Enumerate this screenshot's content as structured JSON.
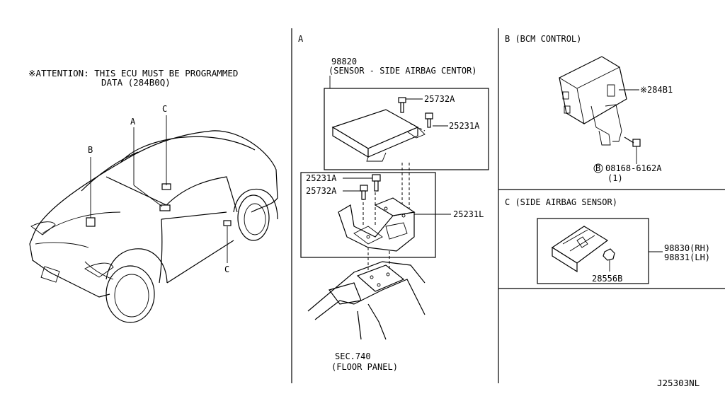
{
  "attention": {
    "line1": "※ATTENTION: THIS ECU MUST BE PROGRAMMED",
    "line2": "DATA (284B0Q)"
  },
  "car_callouts": {
    "a": "A",
    "b": "B",
    "c_top": "C",
    "c_bottom": "C"
  },
  "section_a": {
    "letter": "A",
    "part_98820": "98820",
    "part_98820_desc": "(SENSOR - SIDE AIRBAG CENTOR)",
    "bolt_upper": "25732A",
    "bolt_upper_right": "25231A",
    "bolt_lower_a": "25231A",
    "bolt_lower_b": "25732A",
    "bracket": "25231L",
    "sec_ref": "SEC.740",
    "sec_desc": "(FLOOR PANEL)"
  },
  "section_b": {
    "title": "B (BCM CONTROL)",
    "unit": "※284B1",
    "bolt_code": "08168-6162A",
    "bolt_circle": "B",
    "bolt_qty": "(1)"
  },
  "section_c": {
    "title": "C (SIDE AIRBAG SENSOR)",
    "rh": "98830(RH)",
    "lh": "98831(LH)",
    "nut": "28556B"
  },
  "diagram_id": "J25303NL"
}
